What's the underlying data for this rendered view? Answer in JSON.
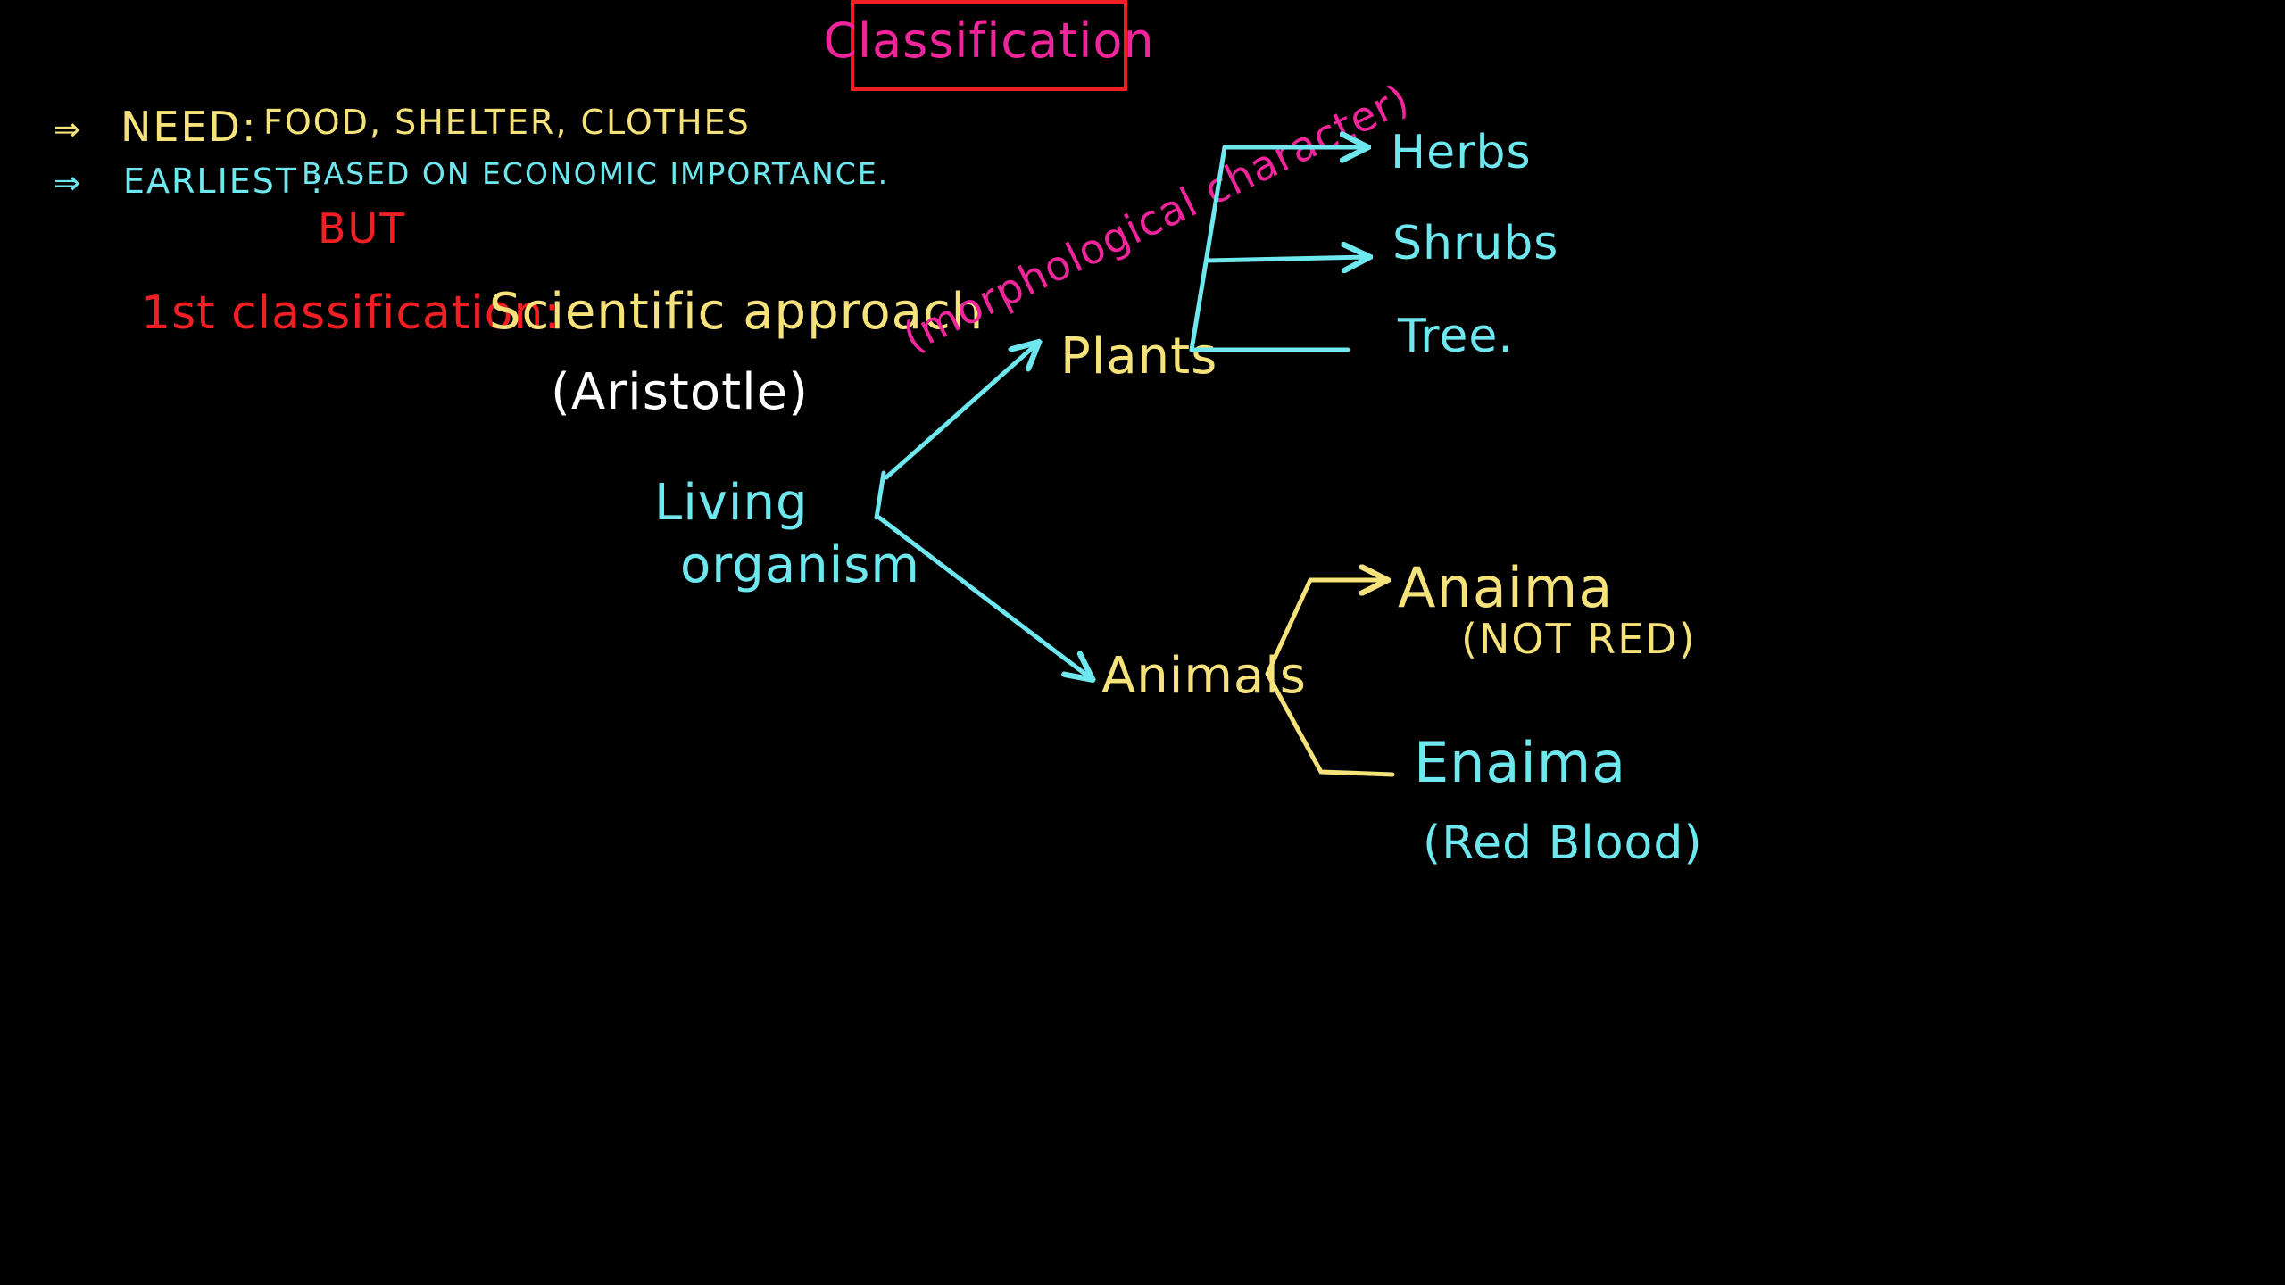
{
  "colors": {
    "background": "#000000",
    "pink": "#f0259c",
    "yellow": "#f6e27a",
    "cyan": "#6ee7ef",
    "red": "#f01f24",
    "white": "#ffffff"
  },
  "title": "Classification",
  "notes": {
    "need_label": "NEED:",
    "need_text": "FOOD, SHELTER, CLOTHES",
    "earliest_label": "EARLIEST :",
    "earliest_text": "BASED ON ECONOMIC IMPORTANCE.",
    "but": "BUT",
    "first_classification": "1st classification:",
    "scientific_approach": "Scientific approach",
    "aristotle": "(Aristotle)"
  },
  "tree": {
    "root_line1": "Living",
    "root_line2": "organism",
    "plants": "Plants",
    "plants_basis": "(morphological character)",
    "herbs": "Herbs",
    "shrubs": "Shrubs",
    "tree": "Tree.",
    "animals": "Animals",
    "anaima": "Anaima",
    "anaima_note": "(NOT RED)",
    "enaima": "Enaima",
    "enaima_note": "(Red Blood)"
  }
}
